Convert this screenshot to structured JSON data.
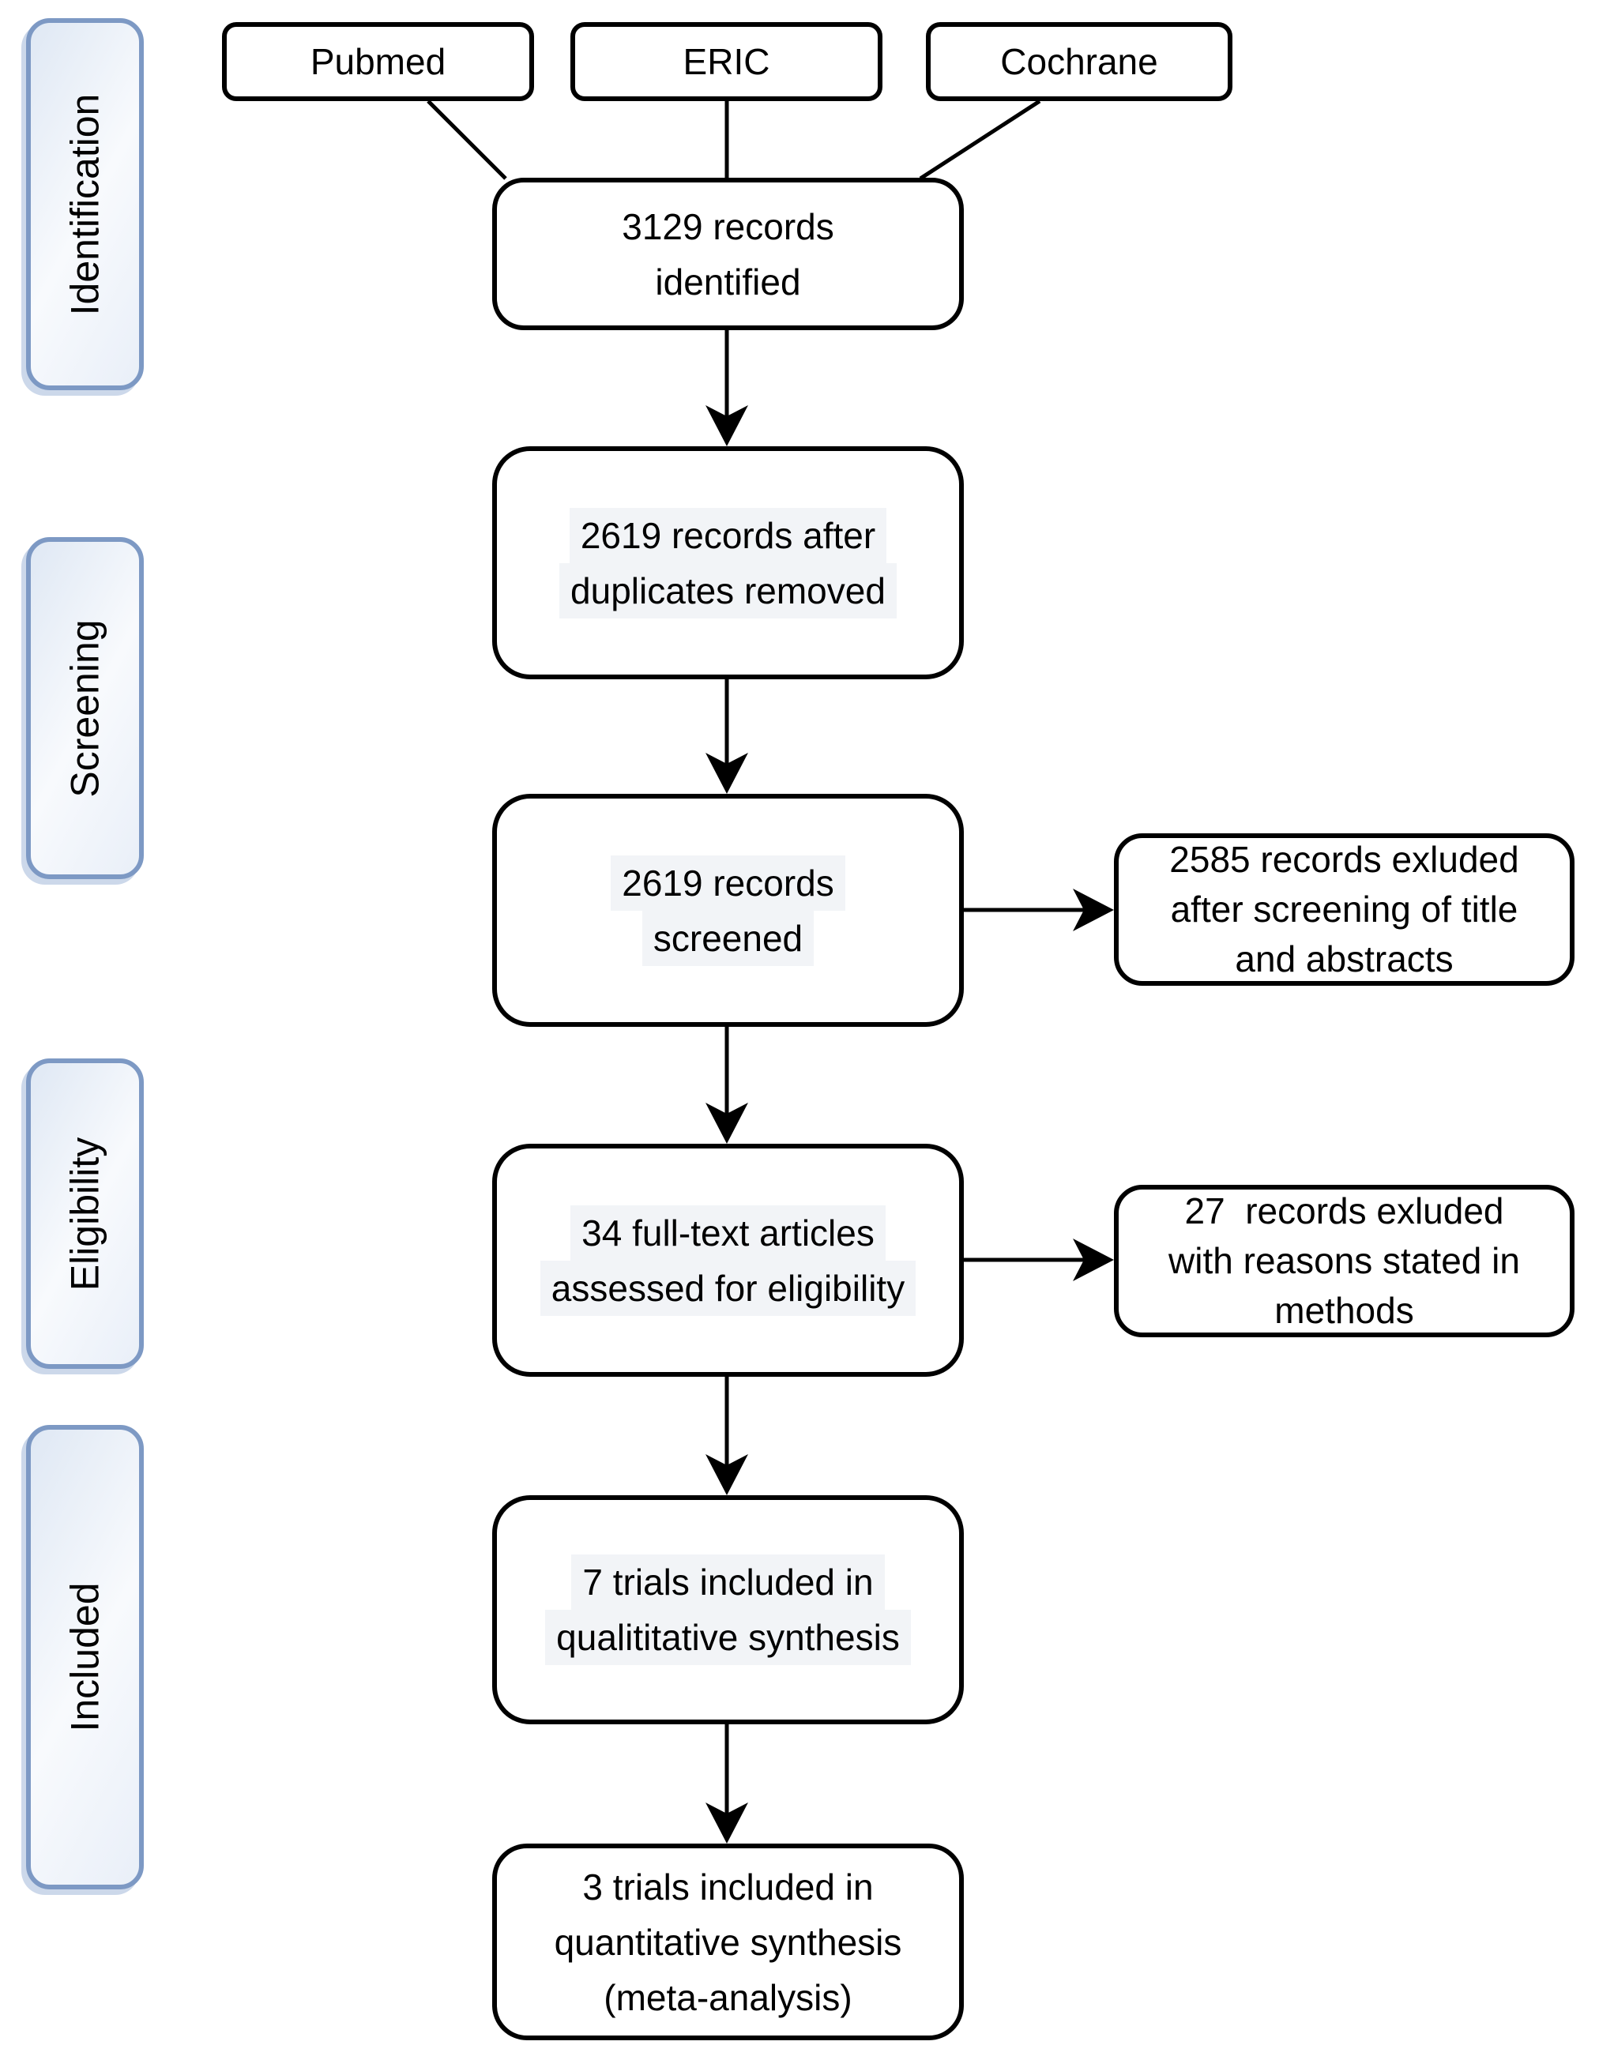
{
  "diagram": {
    "sources": [
      {
        "label": "Pubmed"
      },
      {
        "label": "ERIC"
      },
      {
        "label": "Cochrane"
      }
    ],
    "stages": [
      {
        "label": "Identification"
      },
      {
        "label": "Screening"
      },
      {
        "label": "Eligibility"
      },
      {
        "label": "Included"
      }
    ],
    "flow": [
      {
        "lines": [
          "3129 records",
          "identified"
        ]
      },
      {
        "lines": [
          "2619 records after",
          "duplicates removed"
        ]
      },
      {
        "lines": [
          "2619 records",
          "screened"
        ]
      },
      {
        "lines": [
          "34 full-text articles",
          "assessed for eligibility"
        ]
      },
      {
        "lines": [
          "7 trials included in",
          "qualititative synthesis"
        ]
      },
      {
        "lines": [
          "3 trials included in",
          "quantitative synthesis",
          "(meta-analysis)"
        ]
      }
    ],
    "exclusions": [
      {
        "lines": [
          "2585 records exluded",
          "after screening of title",
          "and abstracts"
        ]
      },
      {
        "lines": [
          "27  records exluded",
          "with reasons stated in",
          "methods"
        ]
      }
    ],
    "colors": {
      "box_border": "#000000",
      "stage_border": "#7d99c4",
      "stage_fill_light": "#f8fafd",
      "stage_fill_blue": "#dfe8f4",
      "text": "#000000",
      "line_highlight": "#f2f4f7"
    }
  }
}
